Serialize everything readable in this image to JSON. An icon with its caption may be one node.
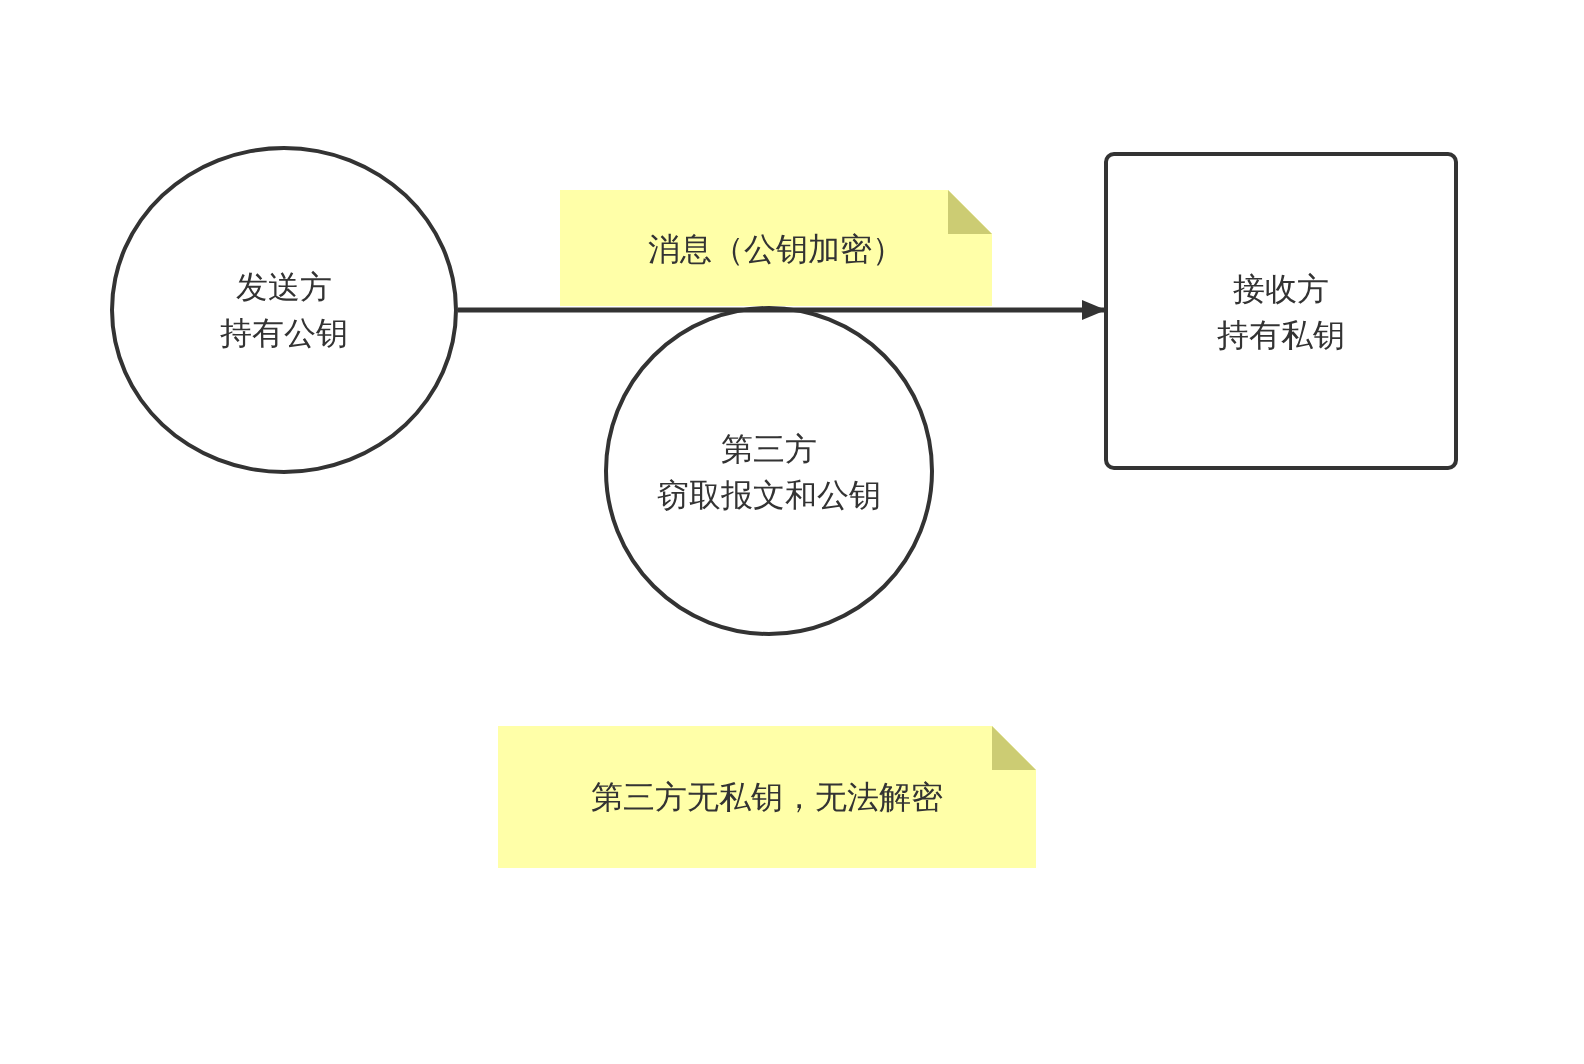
{
  "diagram": {
    "nodes": [
      {
        "text": [
          "发送方",
          "持有公钥"
        ]
      },
      {
        "text": [
          "消息（公钥加密）"
        ]
      },
      {
        "text": [
          "接收方",
          "持有私钥"
        ]
      },
      {
        "text": [
          "第三方",
          "窃取报文和公钥"
        ]
      },
      {
        "text": [
          "第三方无私钥，无法解密"
        ]
      }
    ],
    "edges": [
      {
        "from": 0,
        "to": 2,
        "arrow": "to"
      }
    ]
  }
}
